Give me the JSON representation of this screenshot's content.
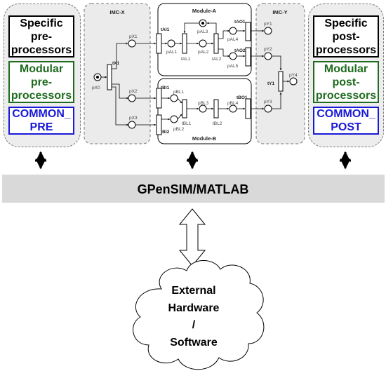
{
  "colors": {
    "black_box": "#000000",
    "green": "#1f6b1f",
    "blue": "#1a1ad6",
    "band": "#d9d9d9",
    "panel": "#ededed"
  },
  "left_stack": {
    "specific": "Specific pre-processors",
    "specific_lines": [
      "Specific",
      "pre-",
      "processors"
    ],
    "modular": "Modular pre-processors",
    "modular_lines": [
      "Modular",
      "pre-",
      "processors"
    ],
    "common": "COMMON_ PRE",
    "common_lines": [
      "COMMON_",
      "PRE"
    ]
  },
  "right_stack": {
    "specific": "Specific post-processors",
    "specific_lines": [
      "Specific",
      "post-",
      "processors"
    ],
    "modular": "Modular post-processors",
    "modular_lines": [
      "Modular",
      "post-",
      "processors"
    ],
    "common": "COMMON_ POST",
    "common_lines": [
      "COMMON_",
      "POST"
    ]
  },
  "petri": {
    "imc_x": "IMC-X",
    "imc_y": "IMC-Y",
    "module_a": "Module-A",
    "module_b": "Module-B",
    "places": {
      "pX0": "pX0",
      "pX1": "pX1",
      "pX2": "pX2",
      "pX3": "pX3",
      "pAL1": "pAL1",
      "pAL2": "pAL2",
      "pAL3": "pAL3",
      "pAL4": "pAL4",
      "pAL5": "pAL5",
      "pBL1": "pBL1",
      "pBL2": "pBL2",
      "pBL3": "pBL3",
      "pBL4": "pBL4",
      "pY1": "pY1",
      "pY2": "pY2",
      "pY3": "pY3",
      "pY4": "pY4"
    },
    "transitions": {
      "tX1": "tX1",
      "tAI1": "tAI1",
      "tAL1": "tAL1",
      "tAL2": "tAL2",
      "tAO1": "tAO1",
      "tAO2": "tAO2",
      "tBI1": "tBI1",
      "tBI2": "tBI2",
      "tBL1": "tBL1",
      "tBL2": "tBL2",
      "tBO1": "tBO1",
      "tY1": "tY1"
    }
  },
  "band_label": "GPenSIM/MATLAB",
  "cloud_lines": [
    "External",
    "Hardware",
    "/",
    "Software"
  ]
}
